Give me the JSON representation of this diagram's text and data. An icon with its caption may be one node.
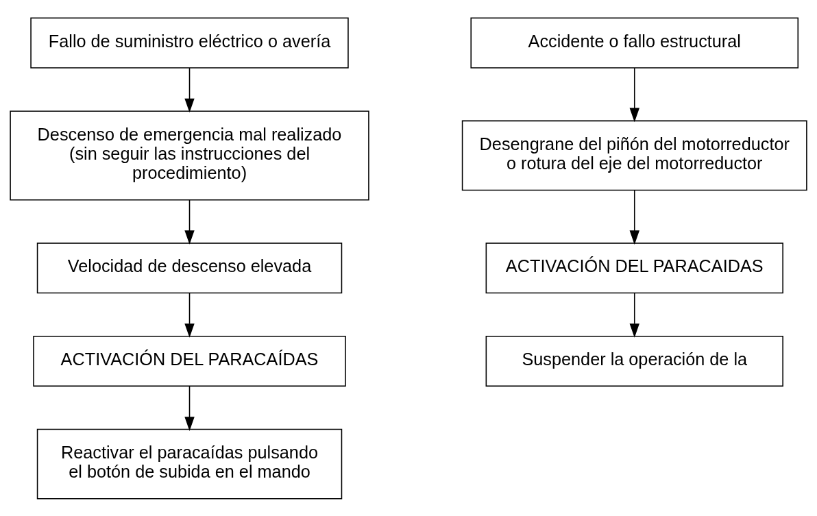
{
  "diagram": {
    "nodes": [
      {
        "text": [
          "Fallo de suministro eléctrico o avería"
        ]
      },
      {
        "text": [
          "Descenso de emergencia mal realizado (sin seguir las instrucciones del procedimiento)"
        ]
      },
      {
        "text": [
          "Velocidad de descenso elevada"
        ]
      },
      {
        "text": [
          "ACTIVACIÓN DEL PARACAÍDAS"
        ]
      },
      {
        "text": [
          "Reactivar el paracaídas pulsando el botón de subida en el mando"
        ]
      },
      {
        "text": [
          "Accidente o fallo estructural"
        ]
      },
      {
        "text": [
          "Desengrane del piñón del motorreductor o rotura del eje del motorreductor"
        ]
      },
      {
        "text": [
          "ACTIVACIÓN DEL PARACAIDAS"
        ]
      },
      {
        "text": [
          "Suspender la operación de la"
        ]
      }
    ],
    "edges": [
      {
        "from": 0,
        "to": 1,
        "arrow": "to"
      },
      {
        "from": 1,
        "to": 2,
        "arrow": "to"
      },
      {
        "from": 2,
        "to": 3,
        "arrow": "to"
      },
      {
        "from": 3,
        "to": 4,
        "arrow": "to"
      },
      {
        "from": 5,
        "to": 6,
        "arrow": "to"
      },
      {
        "from": 6,
        "to": 7,
        "arrow": "to"
      },
      {
        "from": 7,
        "to": 8,
        "arrow": "to"
      }
    ]
  }
}
